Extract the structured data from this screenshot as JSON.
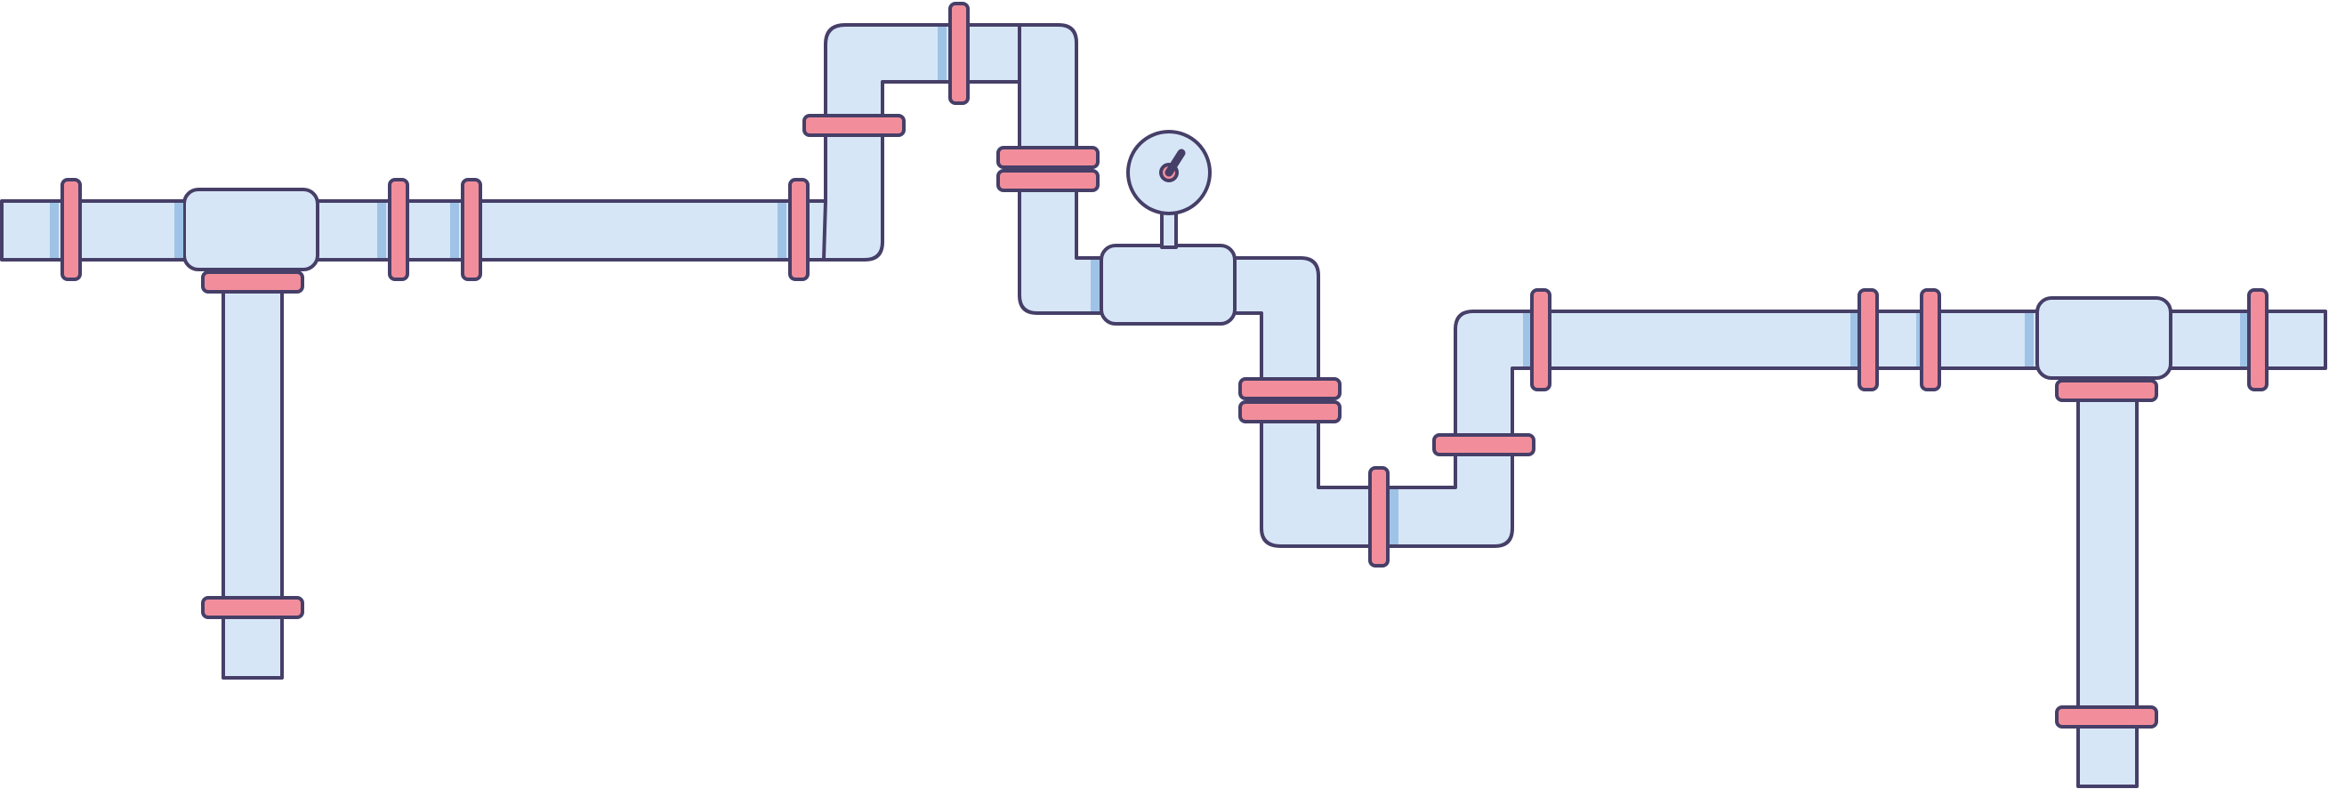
{
  "diagram": {
    "subject": "pipeline-illustration",
    "colors": {
      "background": "#ffffff",
      "pipe_fill": "#d6e6f7",
      "pipe_shade": "#9fc3e6",
      "outline": "#463f68",
      "flange_fill": "#f28e9b",
      "gauge_face": "#d6e6f7",
      "gauge_accent": "#f28e9b"
    },
    "icons": {
      "pressure_gauge": "pressure-gauge-icon",
      "flange": "flange-ring",
      "tee_joint": "tee-joint",
      "elbow": "pipe-elbow"
    }
  }
}
